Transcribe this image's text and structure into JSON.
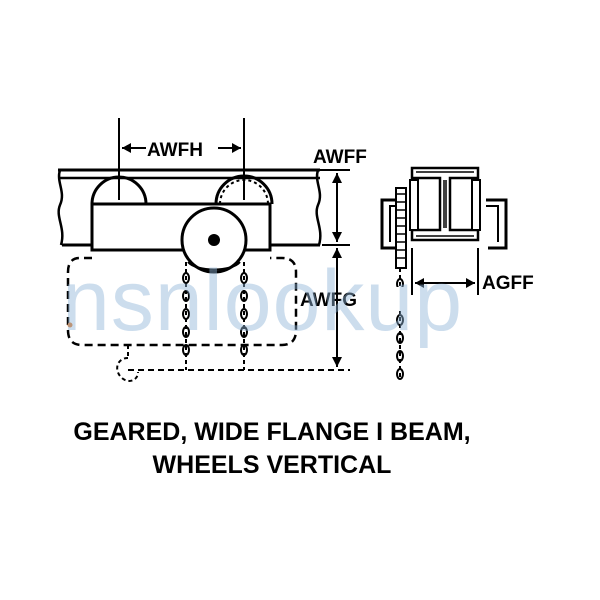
{
  "diagram": {
    "labels": {
      "awfh": "AWFH",
      "awff": "AWFF",
      "awfg": "AWFG",
      "agff": "AGFF"
    },
    "caption": {
      "line1": "GEARED, WIDE FLANGE I BEAM,",
      "line2": "WHEELS VERTICAL"
    },
    "watermark": "nsnlookup"
  },
  "colors": {
    "ink": "#000000",
    "watermark": "#8fb3d6",
    "accent_dot": "#e07a2a",
    "background": "#ffffff"
  }
}
